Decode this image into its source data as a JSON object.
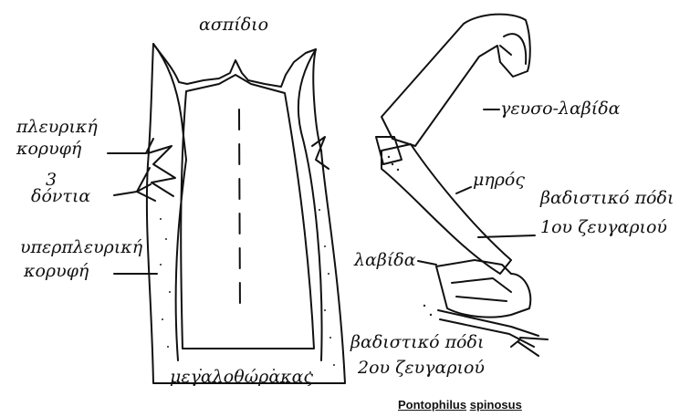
{
  "labels": {
    "aspidio": "ασπίδιο",
    "pleuriki_1": "πλευρική",
    "pleuriki_2": "κορυφή",
    "dontia_1": "3",
    "dontia_2": "δόντια",
    "yperpleuriki_1": "υπερπλευρική",
    "yperpleuriki_2": "κορυφή",
    "megalothorakas": "μεγαλοθώρακας",
    "gefsolavida": "γευσο-λαβίδα",
    "miros": "μηρός",
    "vadistiko_1_1": "βαδιστικό πόδι",
    "vadistiko_1_2": "1ου ζευγαριού",
    "lavida": "λαβίδα",
    "vadistiko_2_1": "βαδιστικό πόδι",
    "vadistiko_2_2": "2ου ζευγαριού"
  },
  "caption": {
    "genus": "Pontophilus",
    "species": "spinosus"
  }
}
